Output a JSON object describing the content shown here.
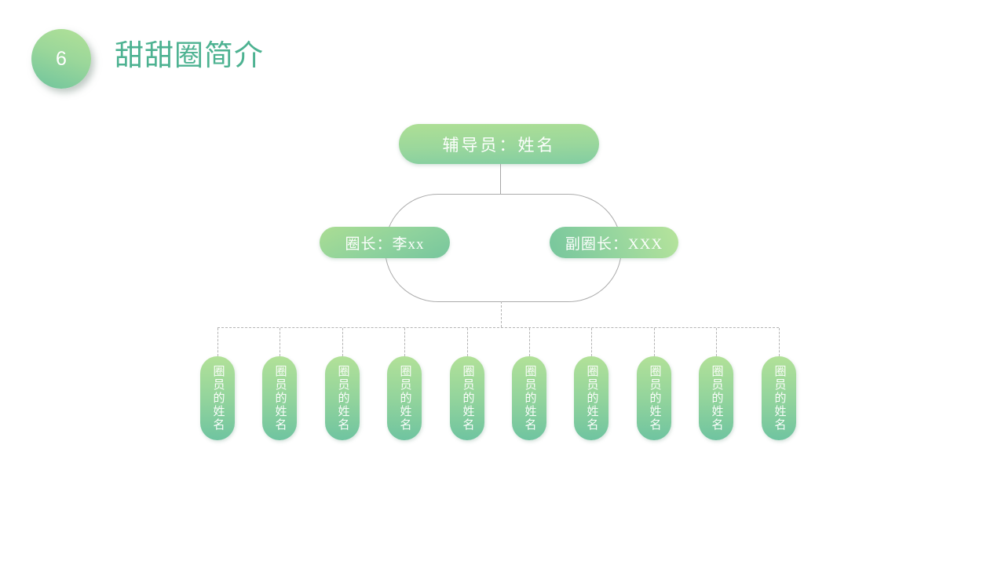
{
  "slide": {
    "page_number": "6",
    "title": "甜甜圈简介"
  },
  "org_chart": {
    "counselor": {
      "label": "辅导员：姓名"
    },
    "leader": {
      "label": "圈长：李xx"
    },
    "deputy_leader": {
      "label": "副圈长：XXX"
    },
    "members": [
      {
        "label": "圈员的姓名"
      },
      {
        "label": "圈员的姓名"
      },
      {
        "label": "圈员的姓名"
      },
      {
        "label": "圈员的姓名"
      },
      {
        "label": "圈员的姓名"
      },
      {
        "label": "圈员的姓名"
      },
      {
        "label": "圈员的姓名"
      },
      {
        "label": "圈员的姓名"
      },
      {
        "label": "圈员的姓名"
      },
      {
        "label": "圈员的姓名"
      }
    ]
  },
  "colors": {
    "title_text": "#4db291",
    "gradient_light_green": "#b2e198",
    "gradient_teal_green": "#6fc4a0",
    "node_text": "#ffffff",
    "connector_solid": "#a6a6a6",
    "connector_dashed": "#b5b5b5",
    "background": "#ffffff"
  }
}
